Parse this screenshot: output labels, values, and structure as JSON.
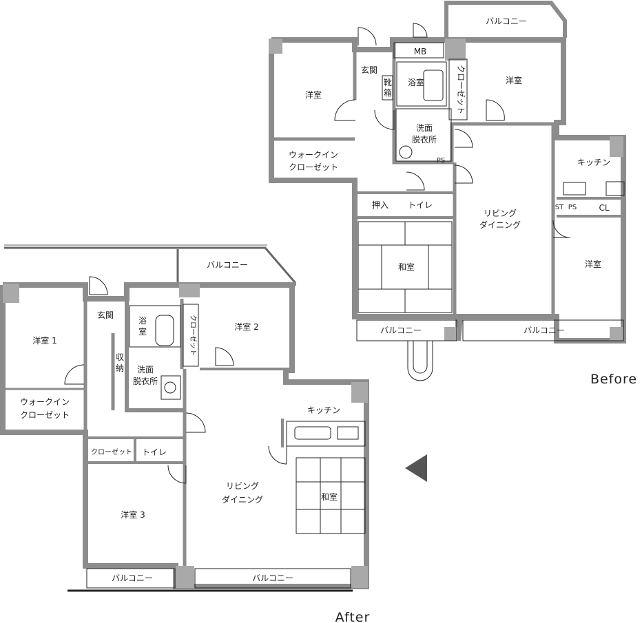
{
  "before": {
    "caption": "Before",
    "rooms": {
      "balcony_top": "バルコニー",
      "western_left": "洋室",
      "walkin_1": "ウォークイン",
      "walkin_2": "クローゼット",
      "entrance": "玄関",
      "shoe_1": "靴",
      "shoe_2": "箱",
      "mb": "MB",
      "bath": "浴室",
      "closet_v": "クローゼット",
      "western_right": "洋室",
      "wash_1": "洗面",
      "wash_2": "脱衣所",
      "ps": "PS",
      "kitchen": "キッチン",
      "st": "ST",
      "ps2": "PS",
      "cl": "CL",
      "oshiire": "押入",
      "toilet": "トイレ",
      "living_1": "リビング",
      "living_2": "ダイニング",
      "washitsu": "和室",
      "western_br": "洋室",
      "balcony_l": "バルコニー",
      "balcony_r": "バルコニー"
    }
  },
  "after": {
    "caption": "After",
    "rooms": {
      "western1": "洋室 1",
      "walkin_1": "ウォークイン",
      "walkin_2": "クローゼット",
      "entrance": "玄関",
      "storage_1": "収",
      "storage_2": "納",
      "bath_1": "浴",
      "bath_2": "室",
      "wash_1": "洗面",
      "wash_2": "脱衣所",
      "closet_v": "クローゼット",
      "balcony_top": "バルコニー",
      "western2": "洋室 2",
      "kitchen": "キッチン",
      "closet_h": "クローゼット",
      "toilet": "トイレ",
      "living_1": "リビング",
      "living_2": "ダイニング",
      "washitsu": "和室",
      "western3": "洋室 3",
      "balcony_l": "バルコニー",
      "balcony_r": "バルコニー"
    }
  },
  "arrow_icon": "left-triangle"
}
